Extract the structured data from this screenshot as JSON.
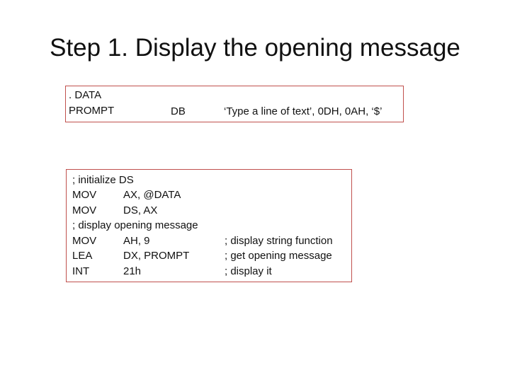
{
  "slide": {
    "title": "Step 1. Display the opening message"
  },
  "data_box": {
    "directive": ". DATA",
    "label": "PROMPT",
    "op": "DB",
    "operands": "‘Type a line of text’, 0DH, 0AH, ‘$’"
  },
  "code_box": {
    "lines": [
      {
        "text": "; initialize DS"
      },
      {
        "mnemonic": "MOV",
        "operands": "AX, @DATA"
      },
      {
        "mnemonic": "MOV",
        "operands": "DS, AX"
      },
      {
        "text": ";  display opening message"
      },
      {
        "mnemonic": "MOV",
        "operands": "AH, 9",
        "comment": "; display string function"
      },
      {
        "mnemonic": "LEA",
        "operands": "DX, PROMPT",
        "comment": "; get opening message"
      },
      {
        "mnemonic": "INT",
        "operands": "21h",
        "comment": "; display it"
      }
    ]
  }
}
